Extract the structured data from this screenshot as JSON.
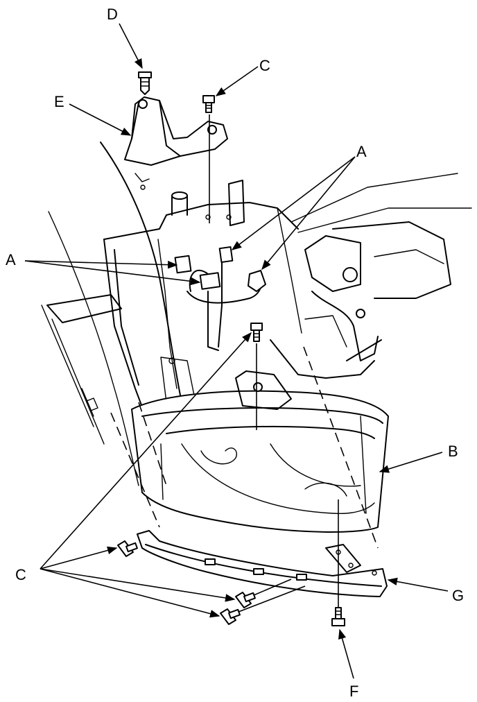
{
  "diagram": {
    "callouts": {
      "A": "A",
      "B": "B",
      "C": "C",
      "D": "D",
      "E": "E",
      "F": "F",
      "G": "G"
    }
  }
}
